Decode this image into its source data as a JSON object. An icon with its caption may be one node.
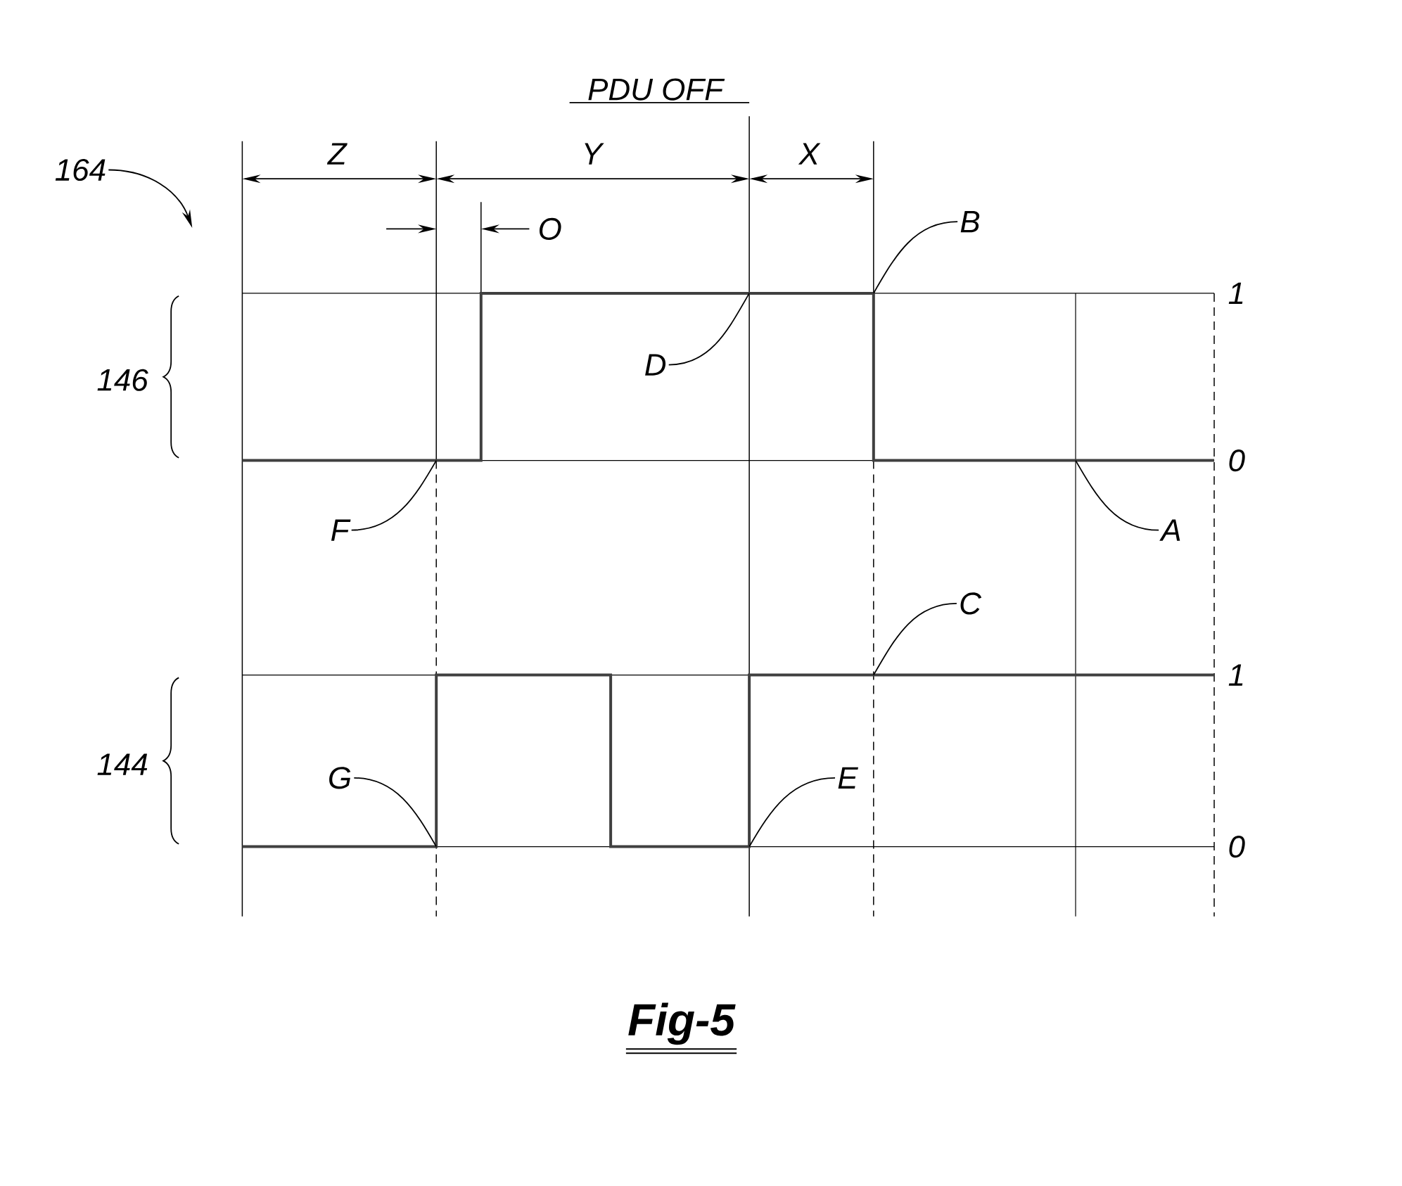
{
  "diagram": {
    "caption": "Fig-5",
    "nodes": [
      {
        "text": [
          "164"
        ]
      },
      {
        "text": [
          "PDU OFF"
        ]
      },
      {
        "text": [
          "B"
        ]
      },
      {
        "text": [
          "D"
        ]
      },
      {
        "text": [
          "F"
        ]
      },
      {
        "text": [
          "A"
        ]
      },
      {
        "text": [
          "C"
        ]
      },
      {
        "text": [
          "G"
        ]
      },
      {
        "text": [
          "E"
        ]
      }
    ],
    "edges": [
      {
        "from": 0,
        "to": null,
        "arrow": "to"
      },
      {
        "from": 1,
        "to": null,
        "arrow": "none"
      },
      {
        "from": 2,
        "to": null,
        "arrow": "none"
      },
      {
        "from": 3,
        "to": null,
        "arrow": "none"
      },
      {
        "from": 4,
        "to": null,
        "arrow": "none"
      },
      {
        "from": 5,
        "to": null,
        "arrow": "none"
      },
      {
        "from": 6,
        "to": null,
        "arrow": "none"
      },
      {
        "from": 7,
        "to": null,
        "arrow": "none"
      },
      {
        "from": 8,
        "to": null,
        "arrow": "none"
      }
    ],
    "labels": [
      "Z",
      "Y",
      "X",
      "O",
      "1",
      "146",
      "0",
      "1",
      "144",
      "0"
    ]
  }
}
